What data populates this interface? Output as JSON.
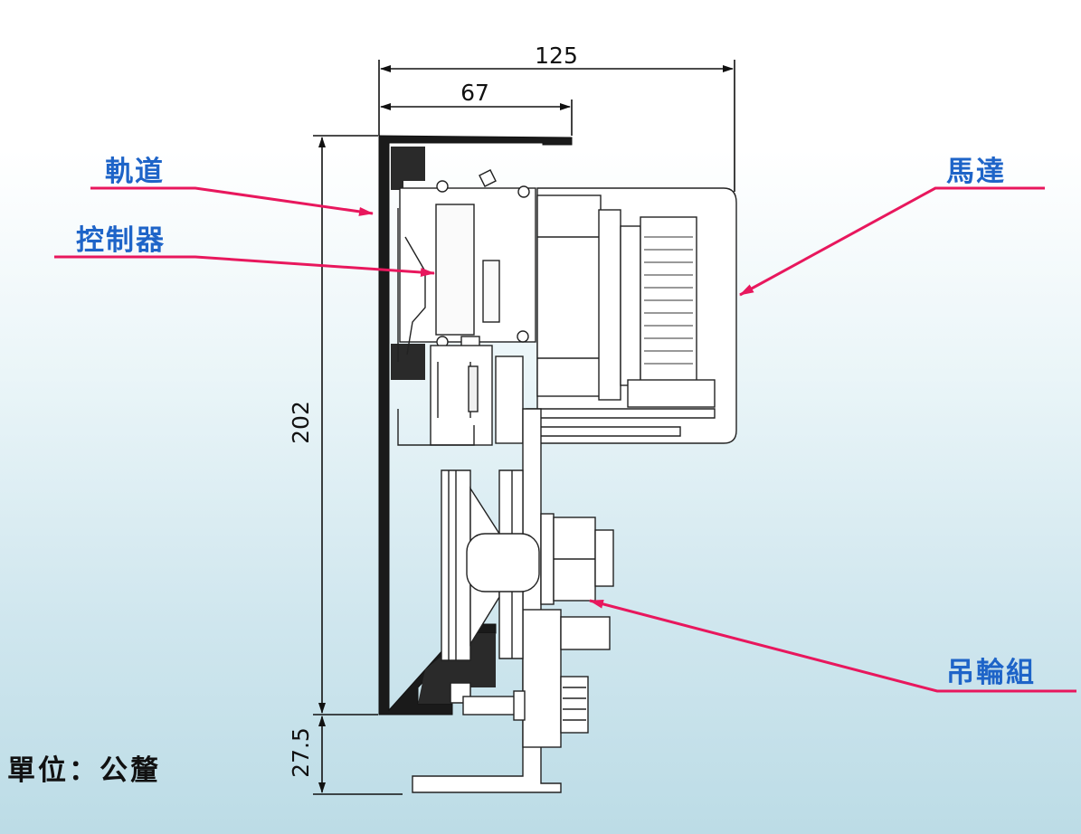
{
  "dimensions": {
    "overall_width": "125",
    "rail_width": "67",
    "height": "202",
    "bottom_offset": "27.5"
  },
  "callouts": {
    "rail": "軌道",
    "controller": "控制器",
    "motor": "馬達",
    "pulley_group": "吊輪組"
  },
  "unit_label": "單位：公釐",
  "colors": {
    "callout_text": "#1e64c8",
    "leader_line": "#e8175d",
    "drawing_line": "#222222"
  }
}
